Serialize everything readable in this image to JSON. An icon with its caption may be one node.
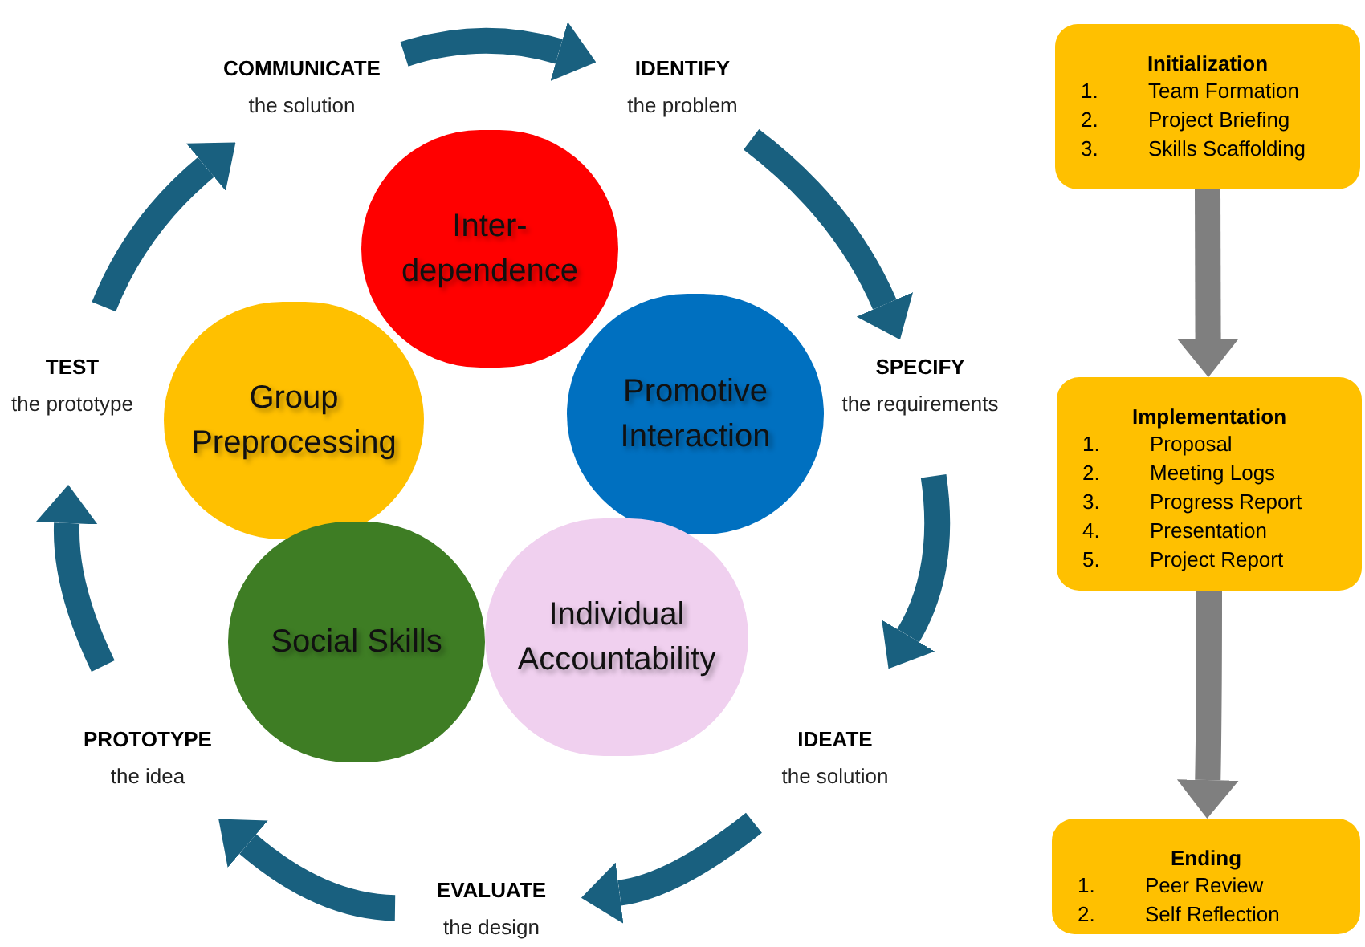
{
  "diagram": {
    "nodes": [
      {
        "text": [
          "COMMUNICATE",
          "the solution"
        ]
      },
      {
        "text": [
          "IDENTIFY",
          "the problem"
        ]
      },
      {
        "text": [
          "Initialization",
          "1.",
          "Team Formation",
          "2.",
          "Project Briefing",
          "3.",
          "Skills Scaffolding"
        ]
      },
      {
        "text": [
          "Inter- dependence"
        ]
      },
      {
        "text": [
          "TEST",
          "the prototype"
        ]
      },
      {
        "text": [
          "Group Preprocessing"
        ]
      },
      {
        "text": [
          "Promotive Interaction"
        ]
      },
      {
        "text": [
          "SPECIFY",
          "the requirements"
        ]
      },
      {
        "text": [
          "Implementation",
          "1.",
          "Proposal",
          "2.",
          "Meeting Logs",
          "3.",
          "Progress Report",
          "4.",
          "Presentation",
          "5.",
          "Project Report"
        ]
      },
      {
        "text": [
          "Social Skills"
        ]
      },
      {
        "text": [
          "Individual Accountability"
        ]
      },
      {
        "text": [
          "PROTOTYPE",
          "the idea"
        ]
      },
      {
        "text": [
          "IDEATE",
          "the solution"
        ]
      },
      {
        "text": [
          "Ending",
          "1.",
          "Peer Review",
          "2.",
          "Self Reflection"
        ]
      },
      {
        "text": [
          "EVALUATE",
          "the design"
        ]
      }
    ],
    "edges": [
      {
        "from": 0,
        "to": 1,
        "arrow": "to"
      },
      {
        "from": 1,
        "to": 7,
        "arrow": "to"
      },
      {
        "from": 7,
        "to": 12,
        "arrow": "to"
      },
      {
        "from": 12,
        "to": 14,
        "arrow": "to"
      },
      {
        "from": 14,
        "to": 11,
        "arrow": "to"
      },
      {
        "from": 11,
        "to": 4,
        "arrow": "to"
      },
      {
        "from": 4,
        "to": 0,
        "arrow": "to"
      },
      {
        "from": 2,
        "to": 8,
        "arrow": "to",
        "color": "#7f7f7f"
      },
      {
        "from": 8,
        "to": 13,
        "arrow": "to",
        "color": "#7f7f7f"
      }
    ]
  }
}
